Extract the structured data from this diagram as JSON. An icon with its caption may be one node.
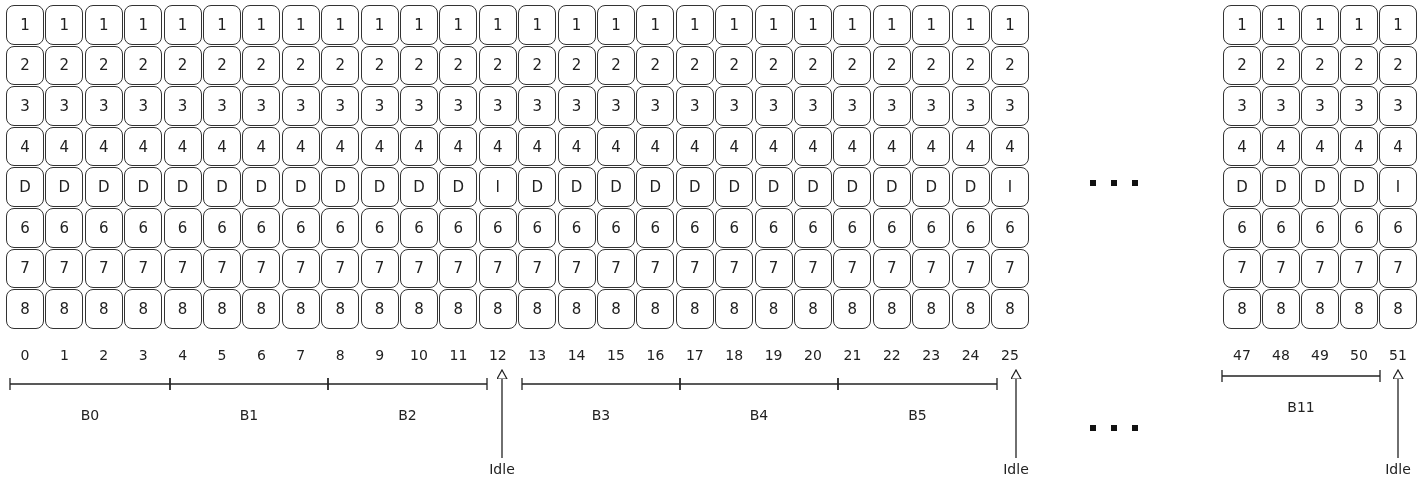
{
  "diagram": {
    "nodes": [
      {
        "text": [
          "12"
        ]
      },
      {
        "text": [
          "25"
        ]
      },
      {
        "text": [
          "51"
        ]
      },
      {
        "text": [
          "Idle"
        ]
      },
      {
        "text": [
          "Idle"
        ]
      },
      {
        "text": [
          "Idle"
        ]
      }
    ],
    "edges": [
      {
        "from": 3,
        "to": 0,
        "arrow": "to"
      },
      {
        "from": 4,
        "to": 1,
        "arrow": "to"
      },
      {
        "from": 5,
        "to": 2,
        "arrow": "to"
      }
    ],
    "labels": [
      "1",
      "1",
      "1",
      "1",
      "1",
      "1",
      "1",
      "1",
      "1",
      "1",
      "1",
      "1",
      "1",
      "1",
      "1",
      "1",
      "1",
      "1",
      "1",
      "1",
      "1",
      "1",
      "1",
      "1",
      "1",
      "1",
      "1",
      "1",
      "1",
      "1",
      "1",
      "2",
      "2",
      "2",
      "2",
      "2",
      "2",
      "2",
      "2",
      "2",
      "2",
      "2",
      "2",
      "2",
      "2",
      "2",
      "2",
      "2",
      "2",
      "2",
      "2",
      "2",
      "2",
      "2",
      "2",
      "2",
      "2",
      "2",
      "2",
      "2",
      "2",
      "2",
      "3",
      "3",
      "3",
      "3",
      "3",
      "3",
      "3",
      "3",
      "3",
      "3",
      "3",
      "3",
      "3",
      "3",
      "3",
      "3",
      "3",
      "3",
      "3",
      "3",
      "3",
      "3",
      "3",
      "3",
      "3",
      "3",
      "3",
      "3",
      "3",
      "3",
      "3",
      "4",
      "4",
      "4",
      "4",
      "4",
      "4",
      "4",
      "4",
      "4",
      "4",
      "4",
      "4",
      "4",
      "4",
      "4",
      "4",
      "4",
      "4",
      "4",
      "4",
      "4",
      "4",
      "4",
      "4",
      "4",
      "4",
      "4",
      "4",
      "4",
      "4",
      "4",
      "D",
      "D",
      "D",
      "D",
      "D",
      "D",
      "D",
      "D",
      "D",
      "D",
      "D",
      "D",
      "I",
      "D",
      "D",
      "D",
      "D",
      "D",
      "D",
      "D",
      "D",
      "D",
      "D",
      "D",
      "D",
      "I",
      "D",
      "D",
      "D",
      "D",
      "I",
      "6",
      "6",
      "6",
      "6",
      "6",
      "6",
      "6",
      "6",
      "6",
      "6",
      "6",
      "6",
      "6",
      "6",
      "6",
      "6",
      "6",
      "6",
      "6",
      "6",
      "6",
      "6",
      "6",
      "6",
      "6",
      "6",
      "6",
      "6",
      "6",
      "6",
      "6",
      "7",
      "7",
      "7",
      "7",
      "7",
      "7",
      "7",
      "7",
      "7",
      "7",
      "7",
      "7",
      "7",
      "7",
      "7",
      "7",
      "7",
      "7",
      "7",
      "7",
      "7",
      "7",
      "7",
      "7",
      "7",
      "7",
      "7",
      "7",
      "7",
      "7",
      "7",
      "8",
      "8",
      "8",
      "8",
      "8",
      "8",
      "8",
      "8",
      "8",
      "8",
      "8",
      "8",
      "8",
      "8",
      "8",
      "8",
      "8",
      "8",
      "8",
      "8",
      "8",
      "8",
      "8",
      "8",
      "8",
      "8",
      "8",
      "8",
      "8",
      "8",
      "8",
      "0",
      "1",
      "2",
      "3",
      "4",
      "5",
      "6",
      "7",
      "8",
      "9",
      "10",
      "11",
      "13",
      "14",
      "15",
      "16",
      "17",
      "18",
      "19",
      "20",
      "21",
      "22",
      "23",
      "24",
      "47",
      "48",
      "49",
      "50",
      "B0",
      "B1",
      "B2",
      "B3",
      "B4",
      "B5",
      "B11"
    ]
  }
}
